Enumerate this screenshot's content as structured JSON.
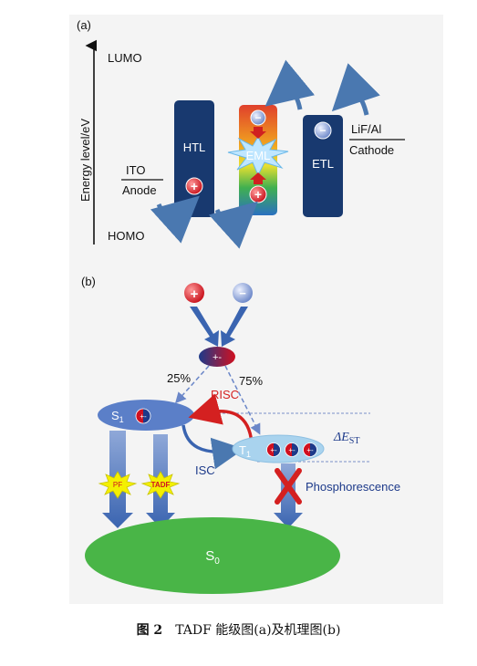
{
  "panel_a": {
    "label": "(a)",
    "axis_label": "Energy level/eV",
    "lumo": "LUMO",
    "homo": "HOMO",
    "ito": "ITO",
    "anode": "Anode",
    "htl": "HTL",
    "eml": "EML",
    "etl": "ETL",
    "lifal": "LiF/Al",
    "cathode": "Cathode",
    "plus": "+",
    "minus": "−"
  },
  "panel_b": {
    "label": "(b)",
    "plus": "+",
    "minus": "−",
    "exciton": "+-",
    "pct_singlet": "25%",
    "pct_triplet": "75%",
    "risc": "RISC",
    "isc": "ISC",
    "s1_main": "S",
    "s1_sub": "1",
    "t1_main": "T",
    "t1_sub": "1",
    "delta_main": "ΔE",
    "delta_sub": "ST",
    "pf": "PF",
    "tadf": "TADF",
    "phosphorescence": "Phosphorescence",
    "s0_main": "S",
    "s0_sub": "0",
    "pair": "+-"
  },
  "caption": {
    "number": "图 2",
    "text": "TADF 能级图(a)及机理图(b)"
  },
  "colors": {
    "navy": "#18396f",
    "arrow_blue": "#3a6ea5",
    "s1_fill": "#5b7fc8",
    "t1_fill": "#a9d3ee",
    "s0_fill": "#49b547",
    "risc_red": "#d42020"
  }
}
